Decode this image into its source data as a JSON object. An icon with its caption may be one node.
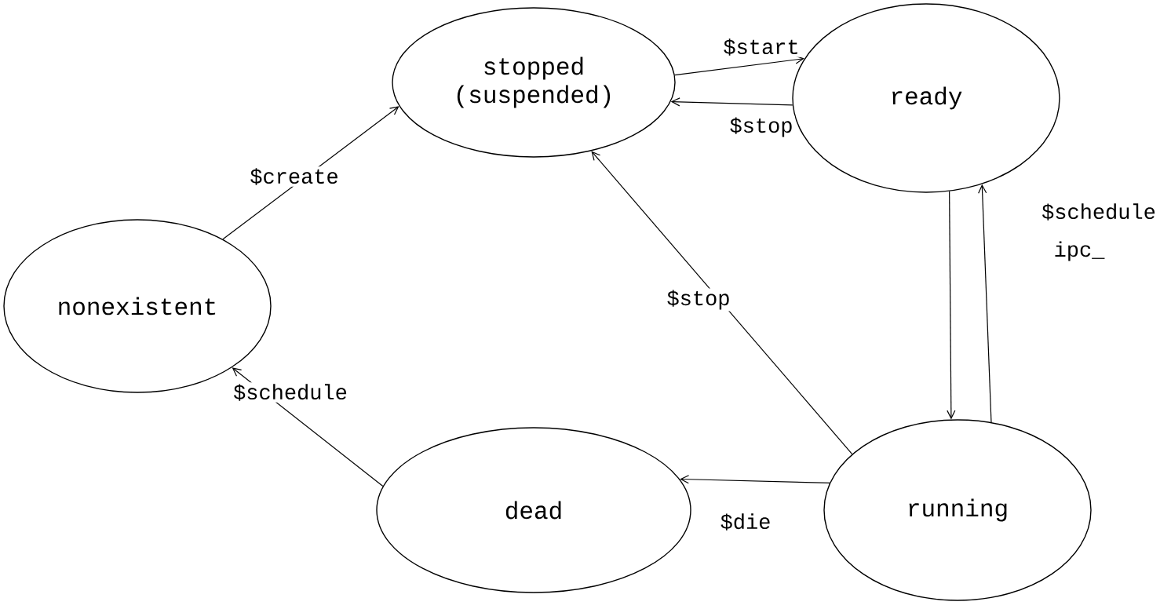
{
  "diagram": {
    "nodes": [
      {
        "text": [
          "nonexistent"
        ]
      },
      {
        "text": [
          "stopped (suspended)"
        ]
      },
      {
        "text": [
          "ready"
        ]
      },
      {
        "text": [
          "dead"
        ]
      },
      {
        "text": [
          "running"
        ]
      }
    ],
    "edges": [
      {
        "from": 0,
        "to": 1,
        "arrow": "to",
        "label": "$create"
      },
      {
        "from": 1,
        "to": 2,
        "arrow": "to",
        "label": "$start"
      },
      {
        "from": 2,
        "to": 1,
        "arrow": "to",
        "label": "$stop"
      },
      {
        "from": 2,
        "to": 4,
        "arrow": "to"
      },
      {
        "from": 4,
        "to": 2,
        "arrow": "to",
        "label": "$schedule"
      },
      {
        "from": 4,
        "to": 1,
        "arrow": "to",
        "label": "$stop"
      },
      {
        "from": 4,
        "to": 3,
        "arrow": "to",
        "label": "$die"
      },
      {
        "from": 3,
        "to": 0,
        "arrow": "to",
        "label": "$schedule"
      }
    ],
    "labels": [
      "ipc_"
    ]
  }
}
